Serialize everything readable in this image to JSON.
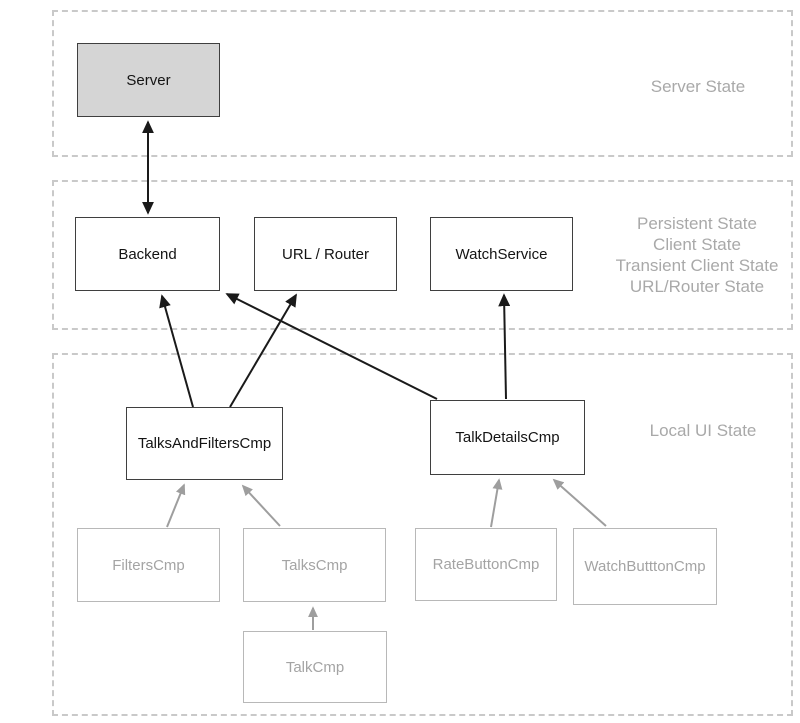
{
  "sections": {
    "server_state": {
      "label": "Server State"
    },
    "client_state": {
      "labels": [
        "Persistent State",
        "Client State",
        "Transient Client State",
        "URL/Router State"
      ]
    },
    "local_ui_state": {
      "label": "Local UI State"
    }
  },
  "nodes": {
    "server": {
      "label": "Server"
    },
    "backend": {
      "label": "Backend"
    },
    "url_router": {
      "label": "URL / Router"
    },
    "watch_service": {
      "label": "WatchService"
    },
    "talks_and_filters": {
      "label": "TalksAndFiltersCmp"
    },
    "talk_details": {
      "label": "TalkDetailsCmp"
    },
    "filters": {
      "label": "FiltersCmp"
    },
    "talks": {
      "label": "TalksCmp"
    },
    "rate_button": {
      "label": "RateButtonCmp"
    },
    "watch_buttton": {
      "label": "WatchButttonCmp"
    },
    "talk": {
      "label": "TalkCmp"
    }
  },
  "edges": [
    {
      "from": "backend",
      "to": "server",
      "style": "black",
      "bidirectional": true
    },
    {
      "from": "talks_and_filters",
      "to": "backend",
      "style": "black",
      "bidirectional": false
    },
    {
      "from": "talks_and_filters",
      "to": "url_router",
      "style": "black",
      "bidirectional": false
    },
    {
      "from": "talk_details",
      "to": "backend",
      "style": "black",
      "bidirectional": false
    },
    {
      "from": "talk_details",
      "to": "watch_service",
      "style": "black",
      "bidirectional": false
    },
    {
      "from": "filters",
      "to": "talks_and_filters",
      "style": "gray",
      "bidirectional": false
    },
    {
      "from": "talks",
      "to": "talks_and_filters",
      "style": "gray",
      "bidirectional": false
    },
    {
      "from": "rate_button",
      "to": "talk_details",
      "style": "gray",
      "bidirectional": false
    },
    {
      "from": "watch_buttton",
      "to": "talk_details",
      "style": "gray",
      "bidirectional": false
    },
    {
      "from": "talk",
      "to": "talks",
      "style": "gray",
      "bidirectional": false
    }
  ],
  "colors": {
    "arrow_black": "#1a1a1a",
    "arrow_gray": "#9e9e9e",
    "dashed_border": "#c9c9c9",
    "node_border_black": "#3f3f3f",
    "node_border_gray": "#b8b8b8",
    "server_fill": "#d5d5d5",
    "section_label_text": "#a9a9a9",
    "gray_node_text": "#a4a4a4"
  }
}
